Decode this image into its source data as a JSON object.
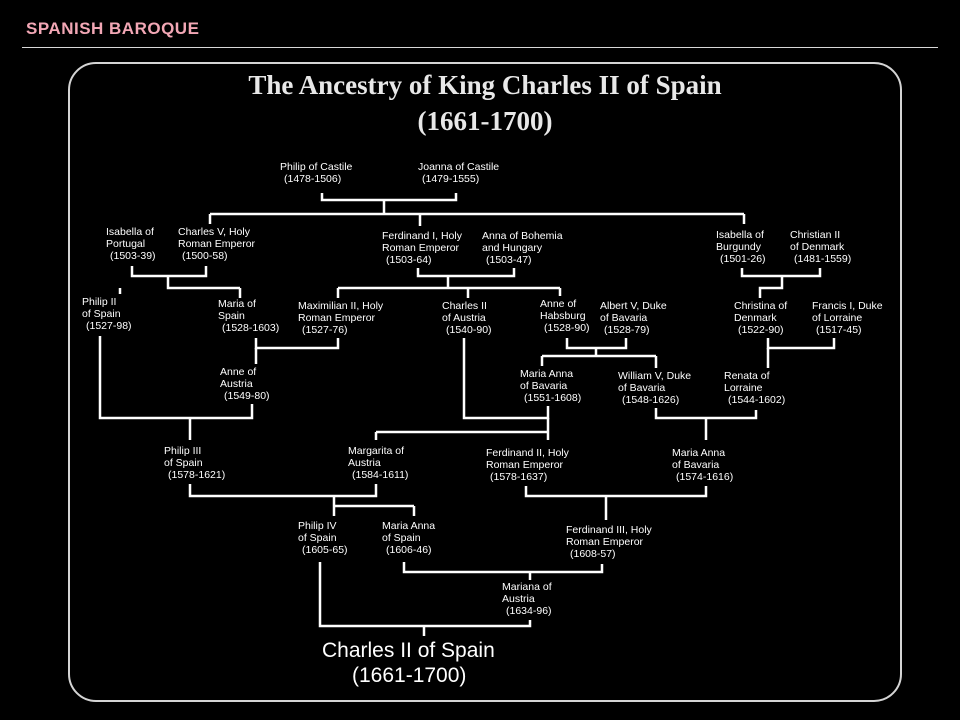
{
  "header": {
    "section": "SPANISH BAROQUE"
  },
  "title": {
    "line1": "The Ancestry of King Charles II of Spain",
    "line2": "(1661-1700)"
  },
  "people": [
    {
      "id": "philip-of-castile",
      "lines": [
        "Philip of Castile",
        "(1478-1506)"
      ]
    },
    {
      "id": "joanna-of-castile",
      "lines": [
        "Joanna of Castile",
        "(1479-1555)"
      ]
    },
    {
      "id": "isabella-of-portugal",
      "lines": [
        "Isabella of",
        "Portugal",
        "(1503-39)"
      ]
    },
    {
      "id": "charles-v",
      "lines": [
        "Charles V, Holy",
        "Roman Emperor",
        "(1500-58)"
      ]
    },
    {
      "id": "ferdinand-i",
      "lines": [
        "Ferdinand I, Holy",
        "Roman Emperor",
        "(1503-64)"
      ]
    },
    {
      "id": "anna-of-bohemia",
      "lines": [
        "Anna of Bohemia",
        "and Hungary",
        "(1503-47)"
      ]
    },
    {
      "id": "isabella-of-burgundy",
      "lines": [
        "Isabella of",
        "Burgundy",
        "(1501-26)"
      ]
    },
    {
      "id": "christian-ii",
      "lines": [
        "Christian II",
        "of Denmark",
        "(1481-1559)"
      ]
    },
    {
      "id": "philip-ii",
      "lines": [
        "Philip II",
        "of Spain",
        "(1527-98)"
      ]
    },
    {
      "id": "maria-of-spain",
      "lines": [
        "Maria of",
        "Spain",
        "(1528-1603)"
      ]
    },
    {
      "id": "maximilian-ii",
      "lines": [
        "Maximilian II, Holy",
        "Roman Emperor",
        "(1527-76)"
      ]
    },
    {
      "id": "charles-ii-austria",
      "lines": [
        "Charles II",
        "of Austria",
        "(1540-90)"
      ]
    },
    {
      "id": "anne-of-habsburg",
      "lines": [
        "Anne of",
        "Habsburg",
        "(1528-90)"
      ]
    },
    {
      "id": "albert-v",
      "lines": [
        "Albert V, Duke",
        "of Bavaria",
        "(1528-79)"
      ]
    },
    {
      "id": "christina-of-denmark",
      "lines": [
        "Christina of",
        "Denmark",
        "(1522-90)"
      ]
    },
    {
      "id": "francis-i",
      "lines": [
        "Francis I, Duke",
        "of Lorraine",
        "(1517-45)"
      ]
    },
    {
      "id": "anne-of-austria",
      "lines": [
        "Anne of",
        "Austria",
        "(1549-80)"
      ]
    },
    {
      "id": "maria-anna-1551",
      "lines": [
        "Maria Anna",
        "of Bavaria",
        "(1551-1608)"
      ]
    },
    {
      "id": "william-v",
      "lines": [
        "William V, Duke",
        "of Bavaria",
        "(1548-1626)"
      ]
    },
    {
      "id": "renata-of-lorraine",
      "lines": [
        "Renata of",
        "Lorraine",
        "(1544-1602)"
      ]
    },
    {
      "id": "philip-iii",
      "lines": [
        "Philip III",
        "of Spain",
        "(1578-1621)"
      ]
    },
    {
      "id": "margarita-of-austria",
      "lines": [
        "Margarita of",
        "Austria",
        "(1584-1611)"
      ]
    },
    {
      "id": "ferdinand-ii",
      "lines": [
        "Ferdinand II, Holy",
        "Roman Emperor",
        "(1578-1637)"
      ]
    },
    {
      "id": "maria-anna-1574",
      "lines": [
        "Maria Anna",
        "of Bavaria",
        "(1574-1616)"
      ]
    },
    {
      "id": "philip-iv",
      "lines": [
        "Philip IV",
        "of Spain",
        "(1605-65)"
      ]
    },
    {
      "id": "maria-anna-of-spain",
      "lines": [
        "Maria Anna",
        "of Spain",
        "(1606-46)"
      ]
    },
    {
      "id": "ferdinand-iii",
      "lines": [
        "Ferdinand III, Holy",
        "Roman Emperor",
        "(1608-57)"
      ]
    },
    {
      "id": "mariana-of-austria",
      "lines": [
        "Mariana of",
        "Austria",
        "(1634-96)"
      ]
    }
  ],
  "final": {
    "name": "Charles II of Spain",
    "years": "(1661-1700)"
  },
  "colors": {
    "header": "#f2a7b5",
    "background": "#000000",
    "lines": "#ffffff",
    "frame": "#d4d4d4"
  }
}
